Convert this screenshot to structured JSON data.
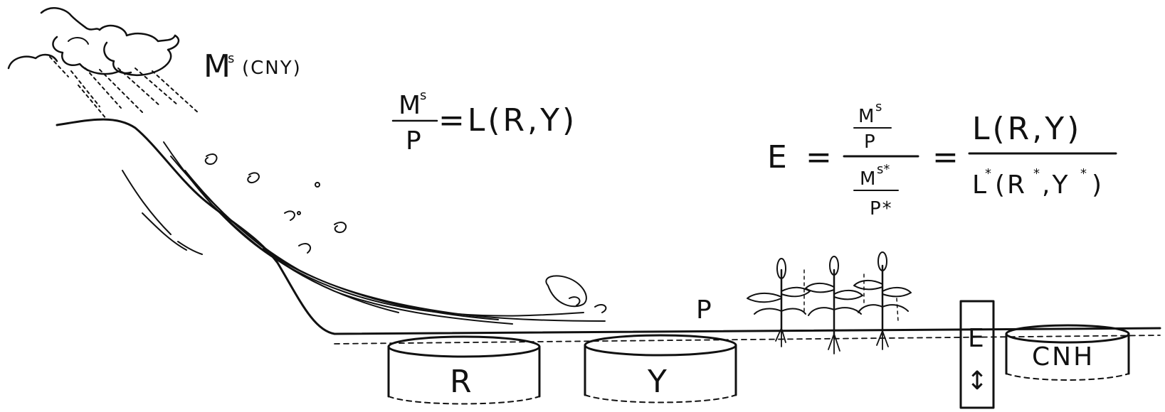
{
  "cloud_label": {
    "symbol": "M",
    "superscript": "s",
    "currency": "(CNY)"
  },
  "equation_money": {
    "numerator_symbol": "M",
    "numerator_superscript": "s",
    "denominator": "P",
    "rhs": "=L(R,Y)"
  },
  "equation_exchange": {
    "lhs": "E",
    "eq1": "=",
    "top_num_symbol": "M",
    "top_num_superscript": "s",
    "top_den": "P",
    "bottom_num_symbol": "M",
    "bottom_num_superscript": "s*",
    "bottom_den": "P*",
    "eq2": "=",
    "rhs_num": "L(R,Y)",
    "rhs_den_L": "L",
    "rhs_den_L_star": "*",
    "rhs_den_rest": "(R",
    "rhs_den_r_star": "*",
    "rhs_den_comma_y": ",Y",
    "rhs_den_y_star": "*",
    "rhs_den_close": ")"
  },
  "flow_label": "P",
  "tanks": {
    "r": "R",
    "y": "Y",
    "cnh": "CNH"
  },
  "gauge": {
    "label": "E",
    "arrow": "↕"
  }
}
